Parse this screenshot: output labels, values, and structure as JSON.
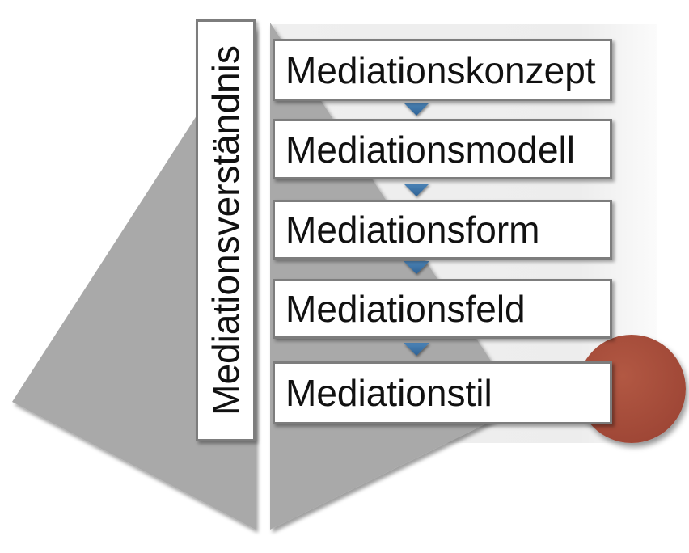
{
  "diagram": {
    "vertical_label": "Mediationsverständnis",
    "levels": [
      {
        "label": "Mediationskonzept"
      },
      {
        "label": "Mediationsmodell"
      },
      {
        "label": "Mediationsform"
      },
      {
        "label": "Mediationsfeld"
      },
      {
        "label": "Mediationstil"
      }
    ],
    "colors": {
      "funnel_gray": "#a9a9a9",
      "panel_gray": "#efefef",
      "arrow_blue_light": "#4d85b8",
      "arrow_blue_dark": "#2e6194",
      "circle_light": "#b25843",
      "circle_dark": "#9c4434",
      "border_gray": "#7d7d7d"
    }
  }
}
